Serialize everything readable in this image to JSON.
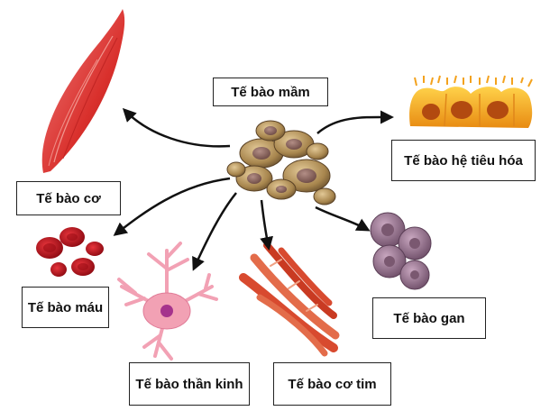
{
  "diagram": {
    "center_label": "Tế bào mầm",
    "targets": [
      {
        "key": "muscle",
        "label": "Tế bào cơ"
      },
      {
        "key": "blood",
        "label": "Tế bào máu"
      },
      {
        "key": "nerve",
        "label": "Tế bào thần kinh"
      },
      {
        "key": "cardiac",
        "label": "Tế bào cơ tim"
      },
      {
        "key": "liver",
        "label": "Tế bào gan"
      },
      {
        "key": "digestive",
        "label": "Tế bào hệ tiêu hóa"
      }
    ]
  },
  "colors": {
    "stem_cell": "#a8864e",
    "muscle": "#d9302c",
    "blood": "#c8101e",
    "nerve": "#f2a1b4",
    "cardiac": "#d84a2f",
    "liver": "#8e6a86",
    "digestive": "#f3a21e",
    "arrow": "#111111"
  }
}
